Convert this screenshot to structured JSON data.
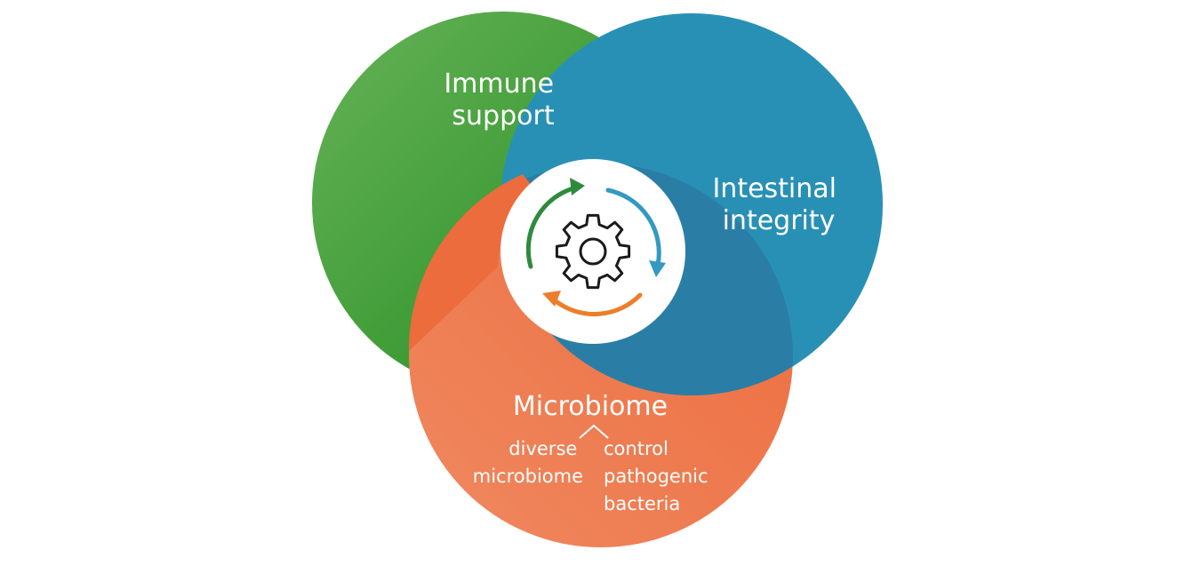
{
  "circles": {
    "immune": {
      "lines": [
        "Immune",
        "support"
      ],
      "color": "#3d9b35",
      "color_light": "#66b257"
    },
    "intestinal": {
      "lines": [
        "Intestinal",
        "integrity"
      ],
      "color": "#2990b5",
      "color_dark": "#2a7ea5"
    },
    "microbiome": {
      "title": "Microbiome",
      "left_branch": [
        "diverse",
        "microbiome"
      ],
      "right_branch": [
        "control",
        "pathogenic",
        "bacteria"
      ],
      "color": "#ec6c3d",
      "color_light": "#f08860"
    }
  },
  "center": {
    "icon": "gear-icon",
    "cycle_arrows": [
      {
        "name": "green-arrow-icon",
        "color": "#2e8b3e"
      },
      {
        "name": "blue-arrow-icon",
        "color": "#3399c0"
      },
      {
        "name": "orange-arrow-icon",
        "color": "#ee7d2a"
      }
    ]
  }
}
